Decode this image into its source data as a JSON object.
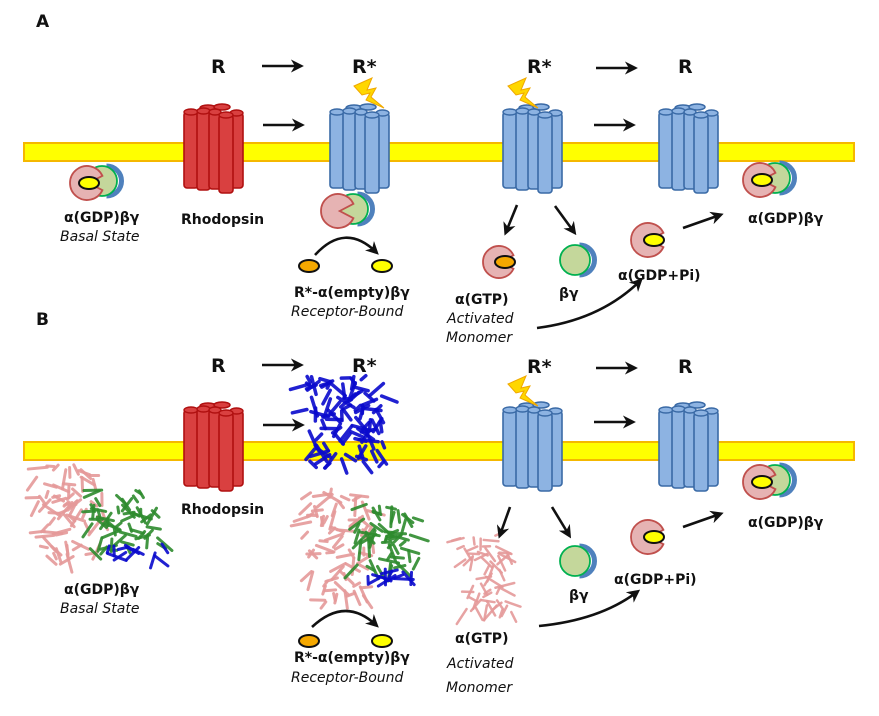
{
  "figure": {
    "title": "G protein activation cycle by rhodopsin",
    "colors": {
      "membrane": "#ffff00",
      "membrane_edge": "#f5b800",
      "rhodopsin_inactive": "#d94040",
      "receptor_active": "#8db3e2",
      "receptor_outline": "#3a6aa6",
      "alpha_subunit": "#e6b3b3",
      "alpha_outline": "#c0504d",
      "beta_subunit": "#c4d79b",
      "beta_outline": "#00b050",
      "gamma_subunit": "#4f81bd",
      "gdp": "#ffff00",
      "gtp": "#f5a800",
      "lightning": "#ffd700",
      "structure_alpha": "#e59a9a",
      "structure_beta": "#2e8b2e",
      "structure_gamma_receptor": "#0a0acd"
    },
    "icons": {
      "inactive_receptor": "red-7tm-cylinder-bundle",
      "active_receptor": "blue-7tm-cylinder-bundle",
      "light": "lightning-bolt-icon",
      "heterotrimer": "pacman-alpha-with-beta-gamma",
      "nucleotide": "ellipse",
      "arrow": "arrow-right"
    }
  },
  "panels": [
    {
      "letter": "A",
      "states": {
        "r1": "R",
        "r2": "R*",
        "r3": "R*",
        "r4": "R"
      },
      "labels": {
        "basal_name": "α(GDP)βγ",
        "basal_desc": "Basal State",
        "rhodopsin": "Rhodopsin",
        "bound_name": "R*-α(empty)βγ",
        "bound_desc": "Receptor-Bound",
        "gtp_name": "α(GTP)",
        "gtp_desc1": "Activated",
        "gtp_desc2": "Monomer",
        "bg_name": "βγ",
        "gdppi_name": "α(GDP+Pi)",
        "final_name": "α(GDP)βγ"
      },
      "representation": "cartoon"
    },
    {
      "letter": "B",
      "states": {
        "r1": "R",
        "r2": "R*",
        "r3": "R*",
        "r4": "R"
      },
      "labels": {
        "basal_name": "α(GDP)βγ",
        "basal_desc": "Basal State",
        "rhodopsin": "Rhodopsin",
        "bound_name": "R*-α(empty)βγ",
        "bound_desc": "Receptor-Bound",
        "gtp_name": "α(GTP)",
        "gtp_desc1": "Activated",
        "gtp_desc2": "Monomer",
        "bg_name": "βγ",
        "gdppi_name": "α(GDP+Pi)",
        "final_name": "α(GDP)βγ"
      },
      "representation": "crystal-structure"
    }
  ]
}
